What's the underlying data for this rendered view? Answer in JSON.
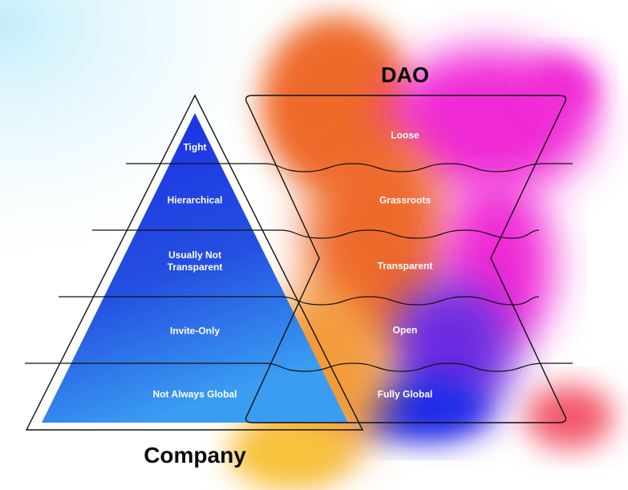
{
  "dao": {
    "title": "DAO",
    "tiers": [
      "Loose",
      "Grassroots",
      "Transparent",
      "Open",
      "Fully Global"
    ]
  },
  "company": {
    "title": "Company",
    "tiers": [
      "Tight",
      "Hierarchical",
      "Usually Not\nTransparent",
      "Invite-Only",
      "Not Always Global"
    ]
  },
  "colors": {
    "pyramid_top": "#1a2ae6",
    "pyramid_bottom": "#3a9df2",
    "blob_orange": "#ee6a2a",
    "blob_magenta": "#f02ad6",
    "blob_yellow": "#f7c23a",
    "blob_purple": "#6a2ae0",
    "sky_cyan": "#c4eefa",
    "outline": "#111111"
  }
}
